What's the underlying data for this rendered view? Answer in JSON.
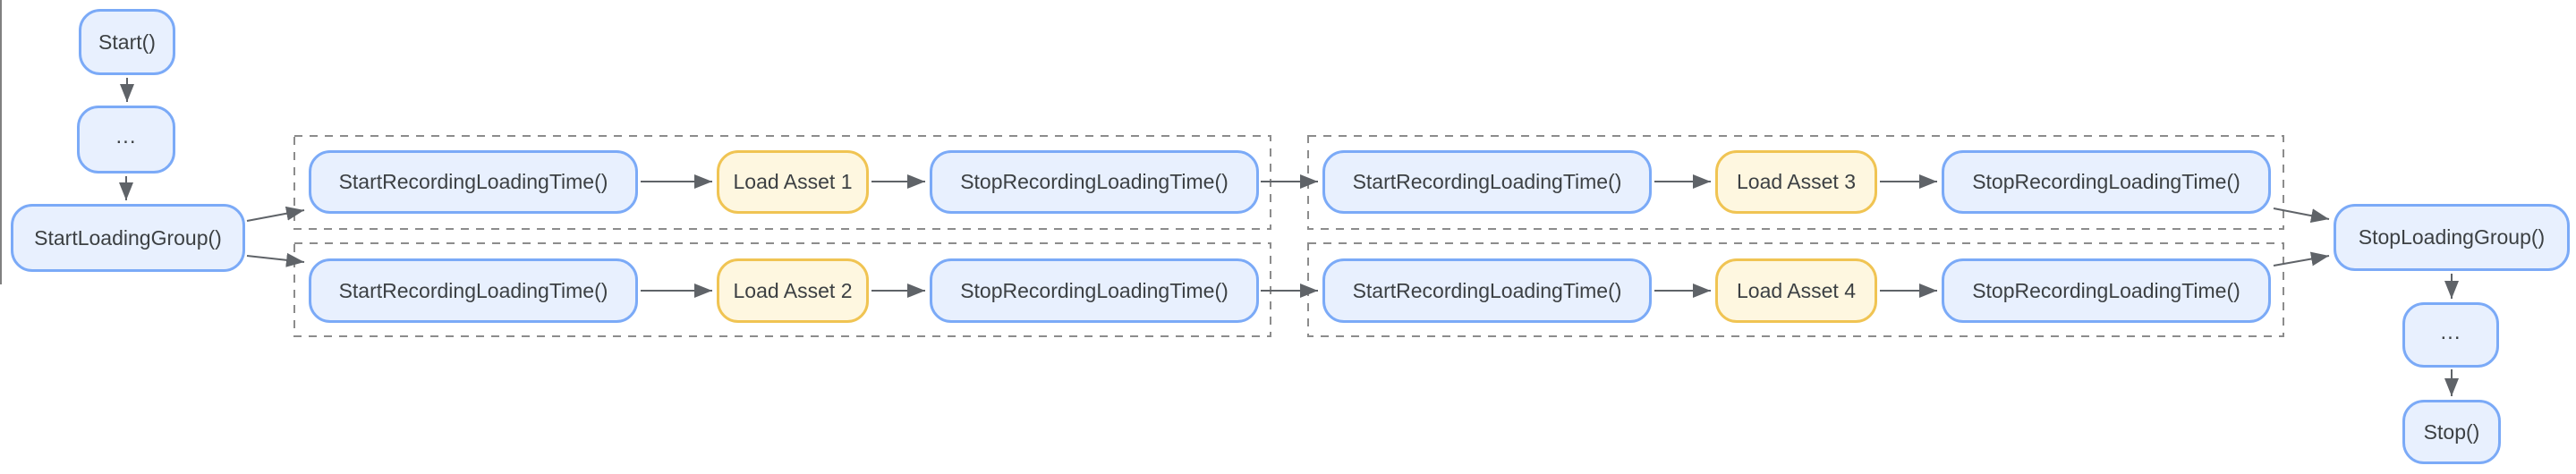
{
  "colors": {
    "node_blue_fill": "#E8F0FE",
    "node_blue_border": "#7BAAF7",
    "node_yellow_fill": "#FEF7E0",
    "node_yellow_border": "#F0C453",
    "node_text": "#3C4043",
    "arrow": "#5F6368",
    "group_dash": "#8C8C8C",
    "canvas_bg": "#FFFFFF"
  },
  "flow": {
    "start": "Start()",
    "ellipsis_top": "...",
    "start_loading_group": "StartLoadingGroup()",
    "stop_loading_group": "StopLoadingGroup()",
    "ellipsis_bottom": "...",
    "stop": "Stop()"
  },
  "group1": {
    "rows": [
      {
        "start_recording": "StartRecordingLoadingTime()",
        "load_asset": "Load Asset 1",
        "stop_recording": "StopRecordingLoadingTime()"
      },
      {
        "start_recording": "StartRecordingLoadingTime()",
        "load_asset": "Load Asset 2",
        "stop_recording": "StopRecordingLoadingTime()"
      }
    ]
  },
  "group2": {
    "rows": [
      {
        "start_recording": "StartRecordingLoadingTime()",
        "load_asset": "Load Asset 3",
        "stop_recording": "StopRecordingLoadingTime()"
      },
      {
        "start_recording": "StartRecordingLoadingTime()",
        "load_asset": "Load Asset 4",
        "stop_recording": "StopRecordingLoadingTime()"
      }
    ]
  }
}
